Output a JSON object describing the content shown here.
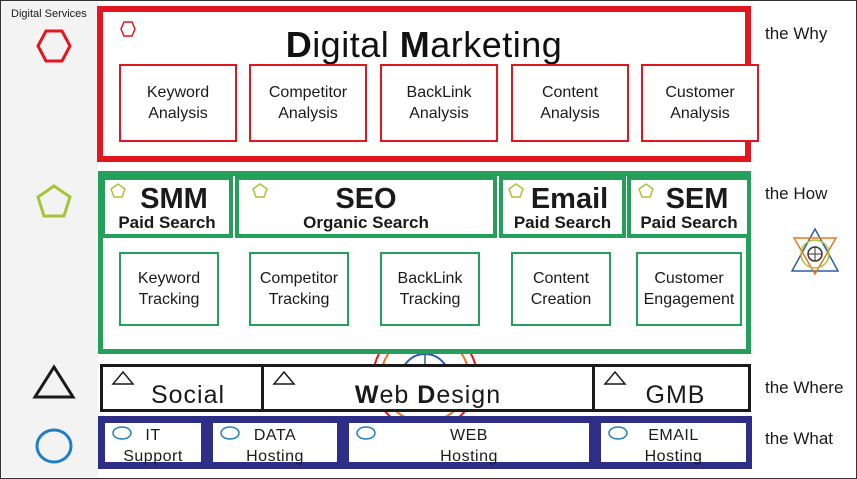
{
  "sidebar": {
    "title": "Digital Services"
  },
  "rows": {
    "why": "the Why",
    "how": "the How",
    "where": "the Where",
    "what": "the What"
  },
  "marketing": {
    "title_first_initial": "D",
    "title_first_rest": "igital ",
    "title_second_initial": "M",
    "title_second_rest": "arketing",
    "cards": [
      {
        "line1": "Keyword",
        "line2": "Analysis"
      },
      {
        "line1": "Competitor",
        "line2": "Analysis"
      },
      {
        "line1": "BackLink",
        "line2": "Analysis"
      },
      {
        "line1": "Content",
        "line2": "Analysis"
      },
      {
        "line1": "Customer",
        "line2": "Analysis"
      }
    ]
  },
  "how": {
    "headers": [
      {
        "title": "SMM",
        "subtitle": "Paid Search"
      },
      {
        "title": "SEO",
        "subtitle": "Organic Search"
      },
      {
        "title": "Email",
        "subtitle": "Paid Search"
      },
      {
        "title": "SEM",
        "subtitle": "Paid Search"
      }
    ],
    "cards": [
      {
        "line1": "Keyword",
        "line2": "Tracking"
      },
      {
        "line1": "Competitor",
        "line2": "Tracking"
      },
      {
        "line1": "BackLink",
        "line2": "Tracking"
      },
      {
        "line1": "Content",
        "line2": "Creation"
      },
      {
        "line1": "Customer",
        "line2": "Engagement"
      }
    ]
  },
  "where": {
    "social": "Social",
    "web_design_w": "W",
    "web_design_mid": "eb ",
    "web_design_d": "D",
    "web_design_rest": "esign",
    "gmb": "GMB"
  },
  "what": [
    {
      "line1": "IT",
      "line2": "Support"
    },
    {
      "line1": "DATA",
      "line2": "Hosting"
    },
    {
      "line1": "WEB",
      "line2": "Hosting"
    },
    {
      "line1": "EMAIL",
      "line2": "Hosting"
    }
  ],
  "colors": {
    "why": "#e3161f",
    "how": "#25a05a",
    "pentagon": "#a8c23a",
    "where": "#1a1a1a",
    "what": "#2e2e86",
    "circle": "#1f7fc4"
  },
  "icons": {
    "why": "hexagon-icon",
    "how": "pentagon-icon",
    "where": "triangle-icon",
    "what": "circle-icon",
    "logo": "globe-logo-icon"
  }
}
